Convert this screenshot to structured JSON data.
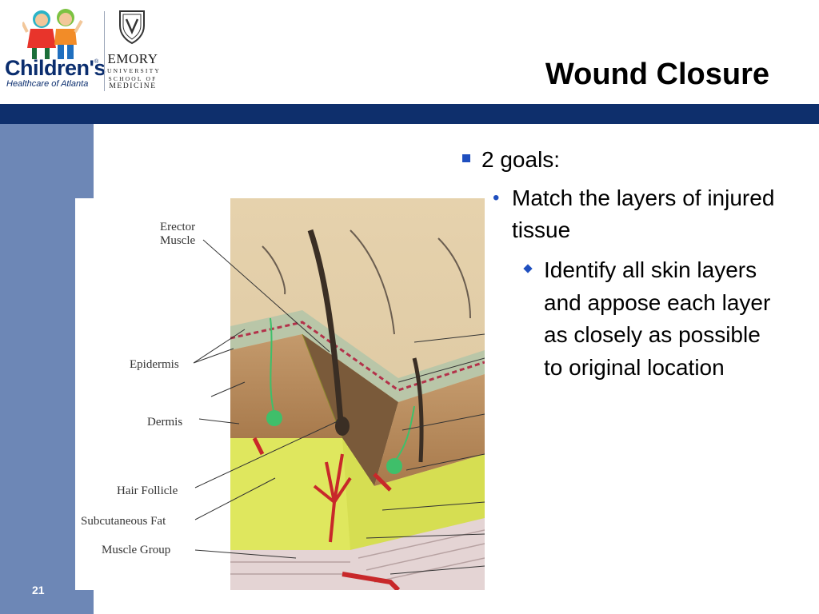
{
  "header": {
    "title": "Wound Closure",
    "logos": {
      "childrens": {
        "name": "Children's",
        "registered": "®",
        "subtitle": "Healthcare of Atlanta"
      },
      "emory": {
        "name": "EMORY",
        "line1": "UNIVERSITY",
        "line2": "SCHOOL OF",
        "line3": "MEDICINE"
      }
    }
  },
  "figure": {
    "labels": {
      "erector_1": "Erector",
      "erector_2": "Muscle",
      "epidermis": "Epidermis",
      "dermis": "Dermis",
      "hair_follicle": "Hair Follicle",
      "subcutaneous_fat": "Subcutaneous Fat",
      "muscle_group": "Muscle Group"
    }
  },
  "bullets": {
    "level1": "2 goals:",
    "level2": "Match the layers of injured tissue",
    "level3": "Identify all skin layers and appose each layer as closely as possible to original location"
  },
  "footer": {
    "slide_number": "21"
  },
  "colors": {
    "header_bar": "#0e2f6c",
    "sidebar": "#6d87b6",
    "bullet_marker": "#1f4fbf",
    "skin_surface": "#e8d6b4",
    "dermis": "#b38a5c",
    "fat": "#dde55a"
  }
}
